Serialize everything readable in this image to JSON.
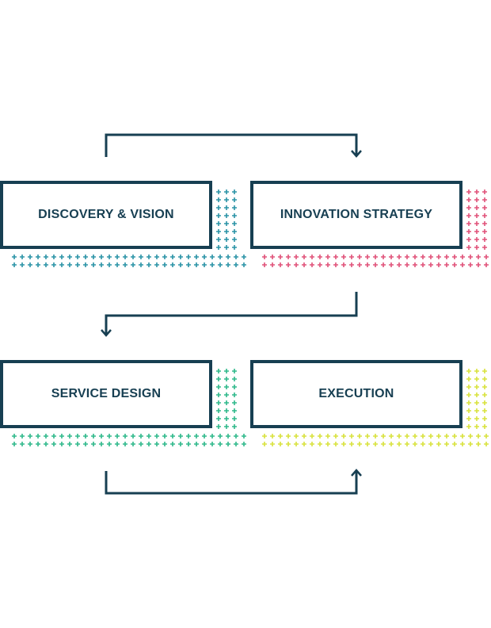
{
  "steps": [
    {
      "label": "DISCOVERY & VISION",
      "accent": "#2a93a6"
    },
    {
      "label": "INNOVATION STRATEGY",
      "accent": "#e05279"
    },
    {
      "label": "SERVICE DESIGN",
      "accent": "#2eb88a"
    },
    {
      "label": "EXECUTION",
      "accent": "#d8e23c"
    }
  ],
  "colors": {
    "border": "#173f52",
    "connector": "#173f52",
    "background": "#ffffff"
  },
  "decoration": {
    "pattern": "plus-grid"
  },
  "connectors": [
    {
      "from": "DISCOVERY & VISION",
      "to": "INNOVATION STRATEGY",
      "icon": "arrow-down-icon"
    },
    {
      "from": "INNOVATION STRATEGY",
      "to": "SERVICE DESIGN",
      "icon": "arrow-down-icon"
    },
    {
      "from": "SERVICE DESIGN",
      "to": "EXECUTION",
      "icon": "arrow-up-icon"
    }
  ]
}
